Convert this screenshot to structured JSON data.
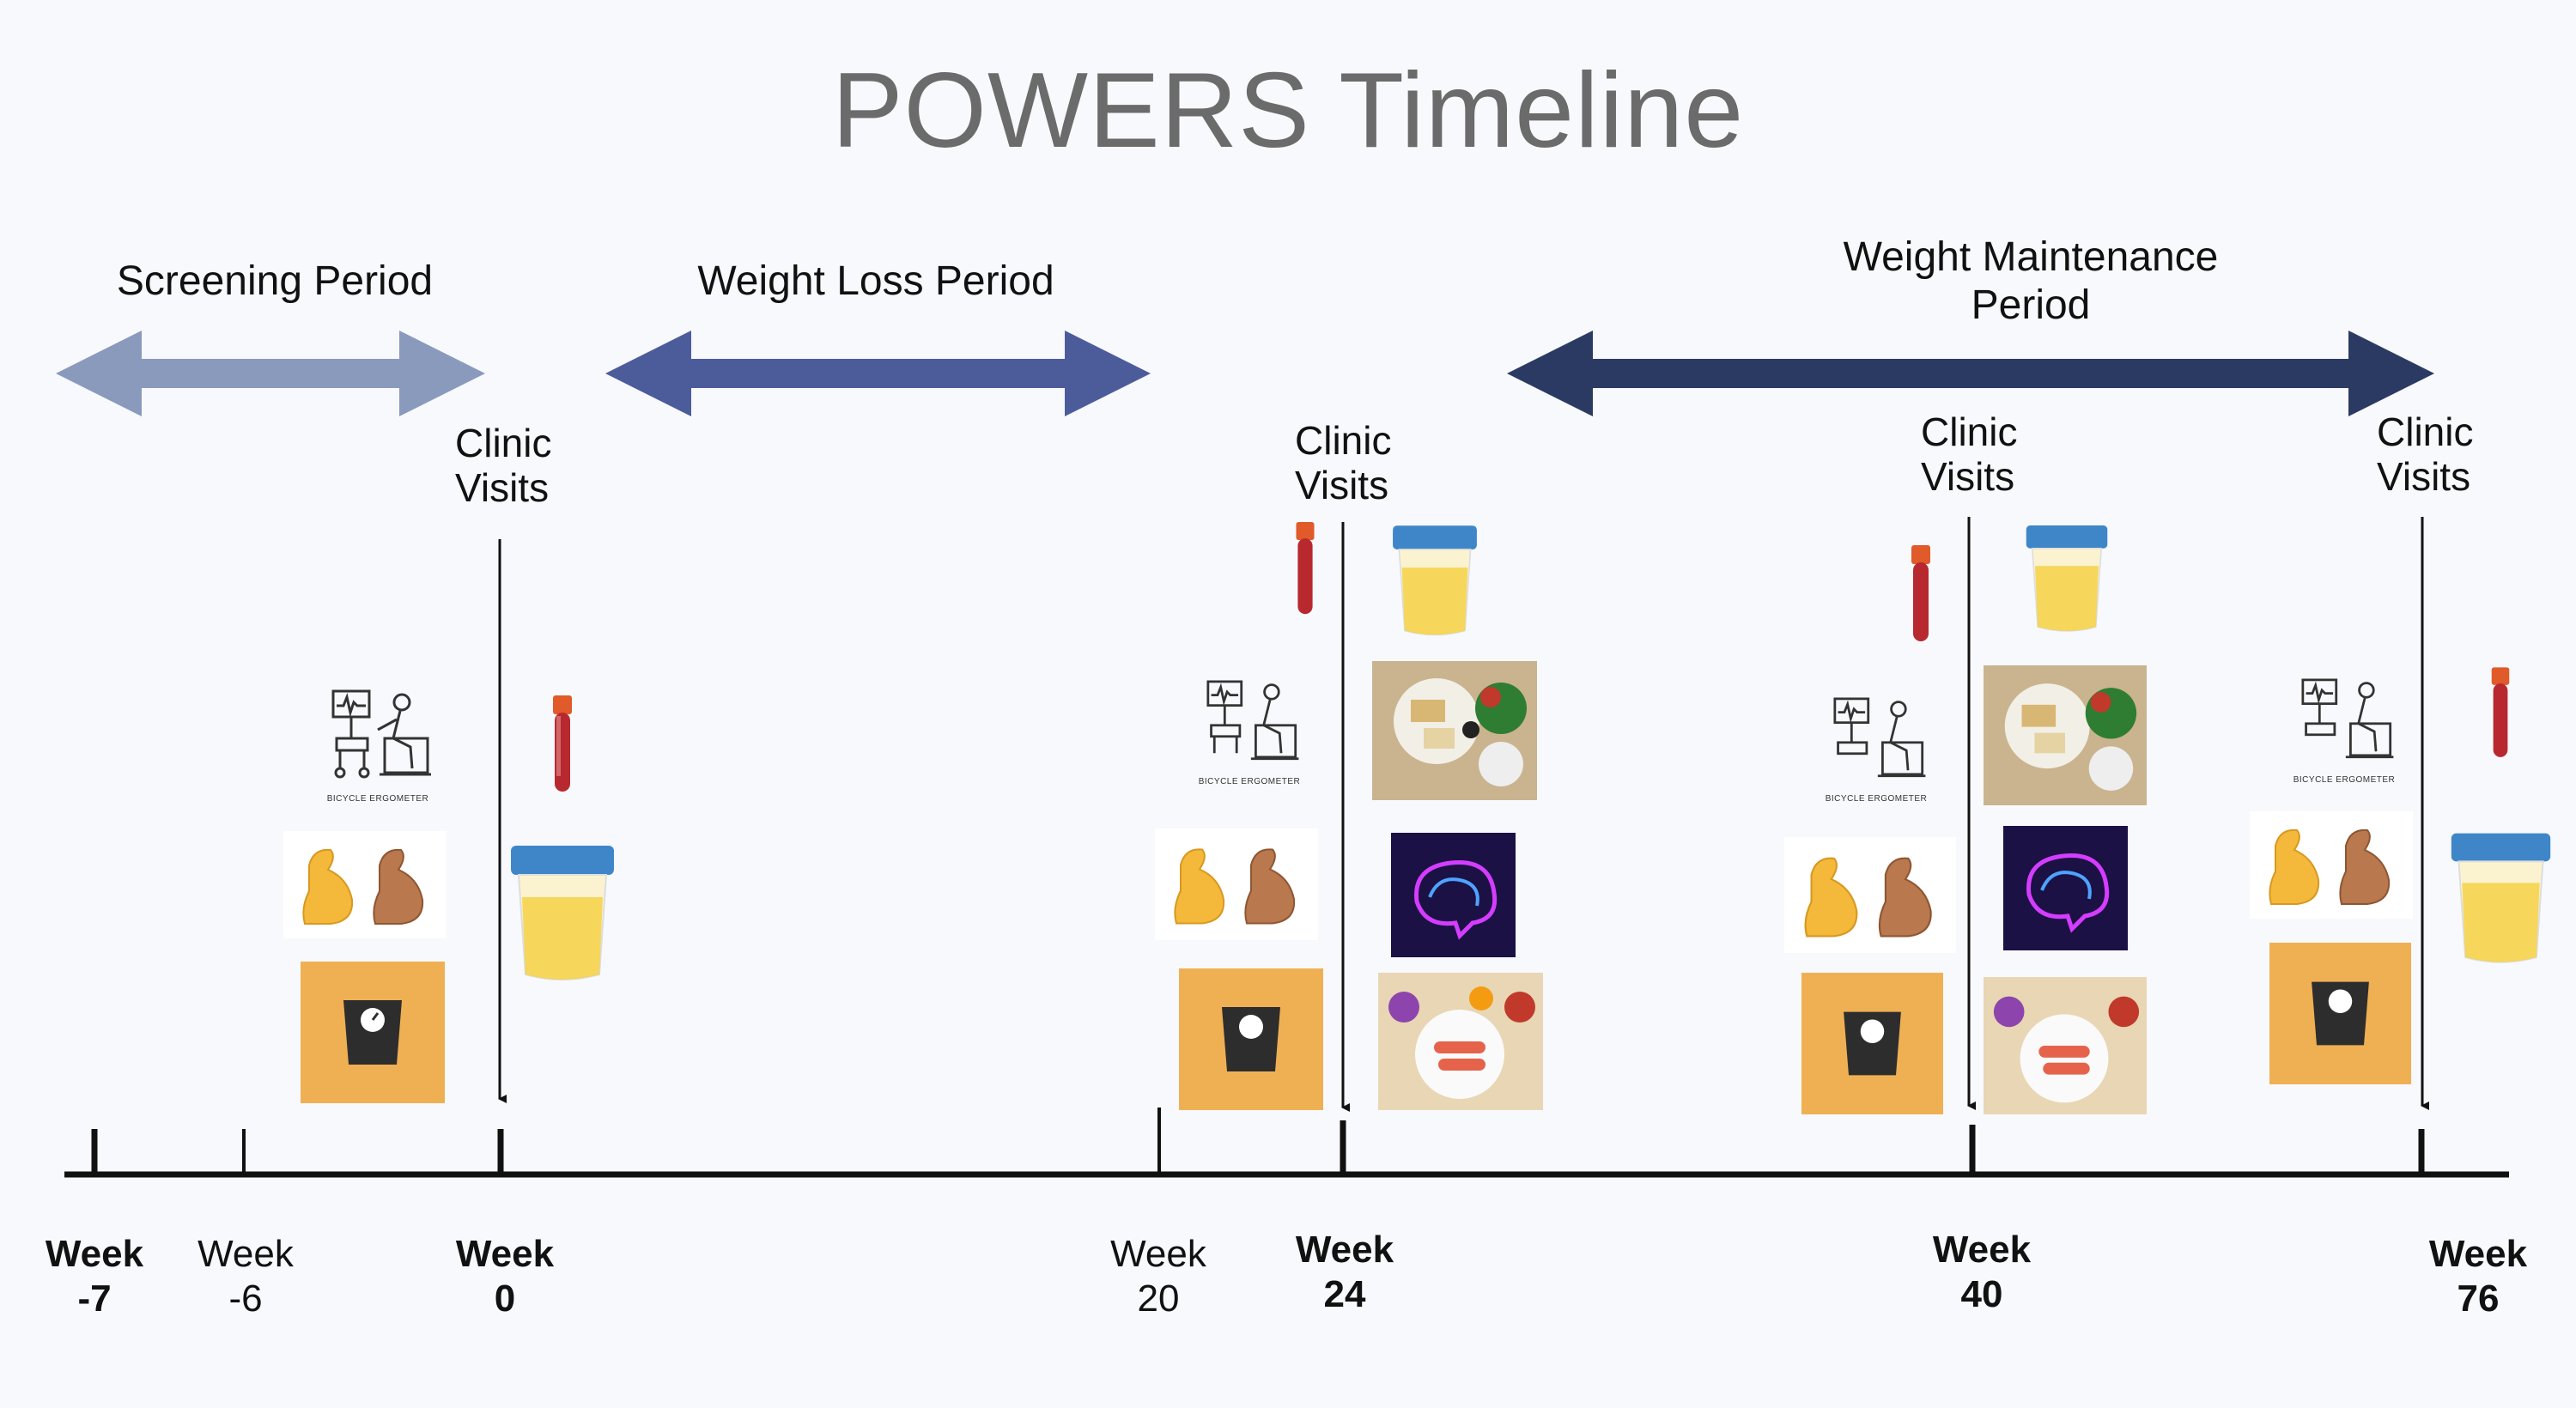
{
  "title": "POWERS Timeline",
  "periods": [
    {
      "label": "Screening Period",
      "color": "#8a9abd"
    },
    {
      "label": "Weight Loss Period",
      "color": "#4c5c9a"
    },
    {
      "label": "Weight Maintenance Period",
      "color": "#2b3a63"
    }
  ],
  "clinic_visits_label": [
    "Clinic",
    "Visits"
  ],
  "weeks": [
    {
      "line1": "Week",
      "line2": "-7",
      "bold": true
    },
    {
      "line1": "Week",
      "line2": "-6",
      "bold": false
    },
    {
      "line1": "Week",
      "line2": "0",
      "bold": true
    },
    {
      "line1": "Week",
      "line2": "20",
      "bold": false
    },
    {
      "line1": "Week",
      "line2": "24",
      "bold": true
    },
    {
      "line1": "Week",
      "line2": "40",
      "bold": true
    },
    {
      "line1": "Week",
      "line2": "76",
      "bold": true
    }
  ],
  "equipment_label": "BICYCLE ERGOMETER",
  "colors": {
    "scale_bg": "#efb054",
    "brain_bg": "#1b1144",
    "urine_cap": "#3f86c9",
    "urine_fill": "#f5cf3d",
    "blood_tube": "#b8292f"
  },
  "icons": [
    "bicycle-ergometer-icon",
    "flexed-biceps-icon",
    "weight-scale-icon",
    "blood-tube-icon",
    "urine-cup-icon",
    "meal-plate-icon",
    "brain-scan-icon"
  ]
}
